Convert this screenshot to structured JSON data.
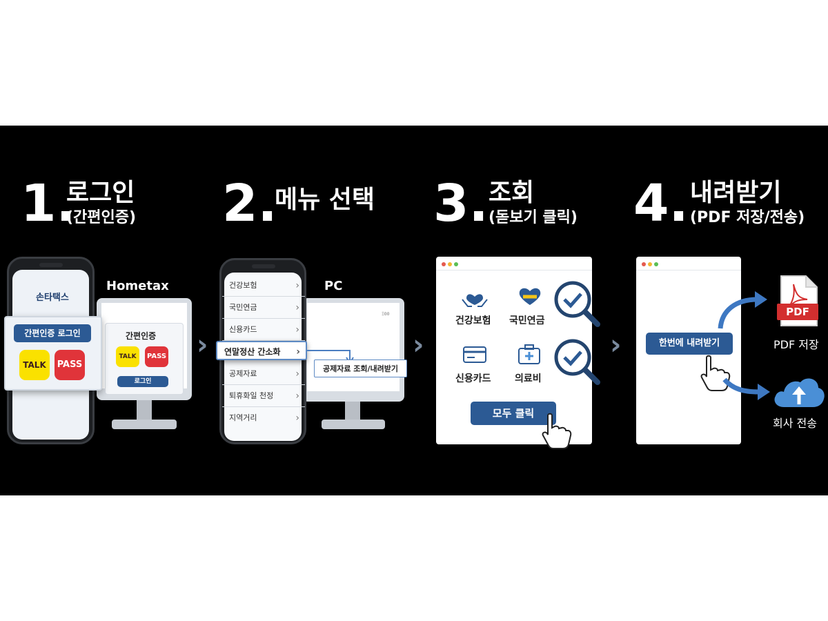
{
  "steps": [
    {
      "num": "1.",
      "title": "로그인",
      "sub": "(간편인증)"
    },
    {
      "num": "2.",
      "title": "메뉴 선택",
      "sub": ""
    },
    {
      "num": "3.",
      "title": "조회",
      "sub": "(돋보기 클릭)"
    },
    {
      "num": "4.",
      "title": "내려받기",
      "sub": "(PDF 저장/전송)"
    }
  ],
  "step1": {
    "phone_title": "손타택스",
    "login_button": "간편인증 로그인",
    "talk": "TALK",
    "pass": "PASS",
    "monitor_label": "Hometax",
    "monitor_title": "간편인증",
    "monitor_login": "로그인"
  },
  "step2": {
    "monitor_label": "PC",
    "menu_items": [
      "건강보험",
      "국민연금",
      "신용카드",
      "연말정산 간소화",
      "공제자료",
      "퇴휴화일 천정",
      "지역거리"
    ],
    "highlight_label": "연말정산 간소화",
    "callout": "공제자료 조회/내려받기",
    "screen_tag": "Ξ00"
  },
  "step3": {
    "items": [
      "건강보험",
      "국민연금",
      "신용카드",
      "의료비"
    ],
    "button": "모두 클릭"
  },
  "step4": {
    "button": "한번에 내려받기",
    "pdf_badge": "PDF",
    "pdf_label": "PDF 저장",
    "cloud_label": "회사 전송"
  },
  "colors": {
    "accent": "#2c5a94",
    "talk_yellow": "#fae100",
    "pass_red": "#e0343a",
    "pdf_red": "#d32f2f",
    "cloud_blue": "#4a8fd6"
  }
}
